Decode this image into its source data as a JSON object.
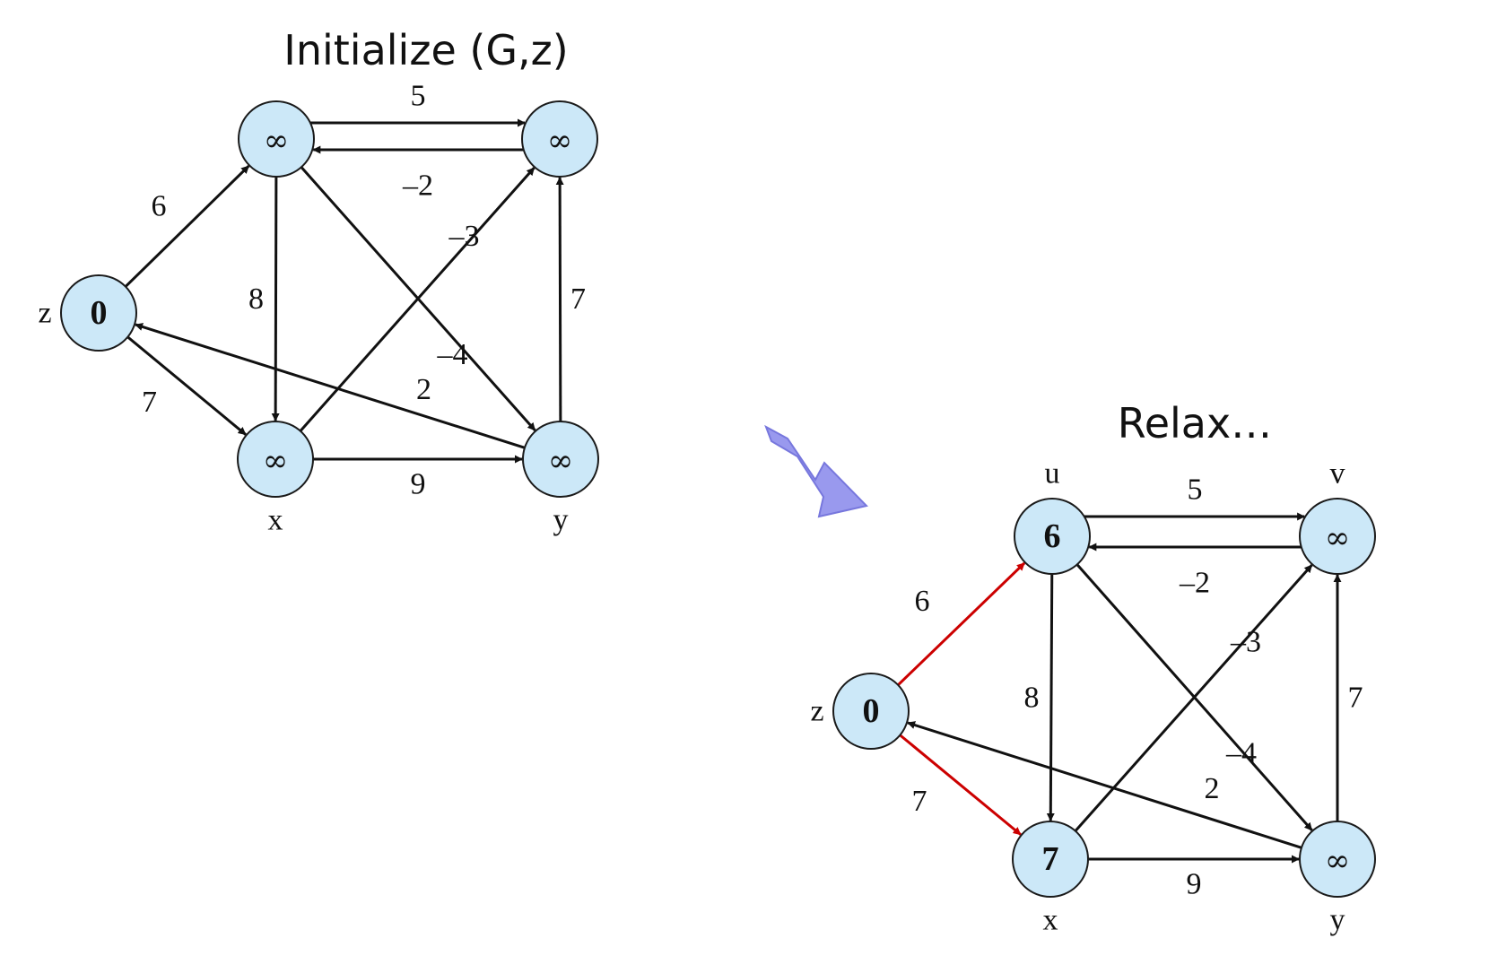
{
  "colors": {
    "node_fill": "#cce8f8",
    "node_stroke": "#1a1a1a",
    "edge": "#111111",
    "edge_relaxed": "#cc0000",
    "transition_arrow": "#9999ee",
    "transition_arrow_stroke": "#7777dd"
  },
  "transition_icon": "arrow-down-right-icon",
  "graphs": [
    {
      "id": "initialize",
      "title": "Initialize (G,z)",
      "nodes": [
        {
          "id": "u",
          "label": "",
          "value": "∞"
        },
        {
          "id": "v",
          "label": "",
          "value": "∞"
        },
        {
          "id": "z",
          "label": "z",
          "value": "0"
        },
        {
          "id": "x",
          "label": "x",
          "value": "∞"
        },
        {
          "id": "y",
          "label": "y",
          "value": "∞"
        }
      ],
      "edges": [
        {
          "from": "u",
          "to": "v",
          "weight": "5",
          "relaxed": false
        },
        {
          "from": "v",
          "to": "u",
          "weight": "–2",
          "relaxed": false
        },
        {
          "from": "z",
          "to": "u",
          "weight": "6",
          "relaxed": false
        },
        {
          "from": "u",
          "to": "x",
          "weight": "8",
          "relaxed": false
        },
        {
          "from": "x",
          "to": "v",
          "weight": "–3",
          "relaxed": false
        },
        {
          "from": "y",
          "to": "v",
          "weight": "7",
          "relaxed": false
        },
        {
          "from": "u",
          "to": "y",
          "weight": "–4",
          "relaxed": false
        },
        {
          "from": "y",
          "to": "z",
          "weight": "2",
          "relaxed": false
        },
        {
          "from": "z",
          "to": "x",
          "weight": "7",
          "relaxed": false
        },
        {
          "from": "x",
          "to": "y",
          "weight": "9",
          "relaxed": false
        }
      ]
    },
    {
      "id": "relax",
      "title": "Relax…",
      "nodes": [
        {
          "id": "u",
          "label": "u",
          "value": "6"
        },
        {
          "id": "v",
          "label": "v",
          "value": "∞"
        },
        {
          "id": "z",
          "label": "z",
          "value": "0"
        },
        {
          "id": "x",
          "label": "x",
          "value": "7"
        },
        {
          "id": "y",
          "label": "y",
          "value": "∞"
        }
      ],
      "edges": [
        {
          "from": "u",
          "to": "v",
          "weight": "5",
          "relaxed": false
        },
        {
          "from": "v",
          "to": "u",
          "weight": "–2",
          "relaxed": false
        },
        {
          "from": "z",
          "to": "u",
          "weight": "6",
          "relaxed": true
        },
        {
          "from": "u",
          "to": "x",
          "weight": "8",
          "relaxed": false
        },
        {
          "from": "x",
          "to": "v",
          "weight": "–3",
          "relaxed": false
        },
        {
          "from": "y",
          "to": "v",
          "weight": "7",
          "relaxed": false
        },
        {
          "from": "u",
          "to": "y",
          "weight": "–4",
          "relaxed": false
        },
        {
          "from": "y",
          "to": "z",
          "weight": "2",
          "relaxed": false
        },
        {
          "from": "z",
          "to": "x",
          "weight": "7",
          "relaxed": true
        },
        {
          "from": "x",
          "to": "y",
          "weight": "9",
          "relaxed": false
        }
      ]
    }
  ]
}
